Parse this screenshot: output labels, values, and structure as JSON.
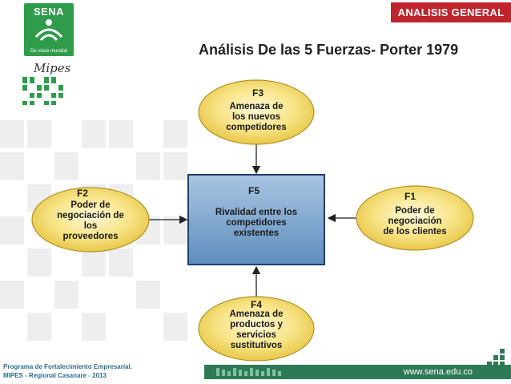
{
  "header": {
    "banner": "ANALISIS GENERAL",
    "title": "Análisis De las 5 Fuerzas- Porter 1979"
  },
  "logos": {
    "sena": "SENA",
    "sena_tagline": "De clase mundial",
    "mipes": "Mipes"
  },
  "forces": {
    "f3": {
      "code": "F3",
      "lines": [
        "Amenaza de",
        "los nuevos",
        "competidores"
      ]
    },
    "f2": {
      "code": "F2",
      "lines": [
        "Poder de",
        "negociación de",
        "los",
        "proveedores"
      ]
    },
    "f5": {
      "code": "F5",
      "lines": [
        "Rivalidad entre los",
        "competidores",
        "existentes"
      ]
    },
    "f1": {
      "code": "F1",
      "lines": [
        "Poder de",
        "negociación",
        "de los clientes"
      ]
    },
    "f4": {
      "code": "F4",
      "lines": [
        "Amenaza de",
        "productos y",
        "servicios",
        "sustitutivos"
      ]
    }
  },
  "colors": {
    "ellipse_fill": "#f5df6e",
    "ellipse_stroke": "#b0912a",
    "box_fill": "#7fa8cf",
    "box_stroke": "#1f3f6f",
    "banner": "#c0242c",
    "footer": "#2e7a58"
  },
  "footer": {
    "program_line1": "Programa de Fortalecimiento Empresarial.",
    "program_line2": "MIPES - Regional Casanare - 2013",
    "url": "www.sena.edu.co"
  }
}
